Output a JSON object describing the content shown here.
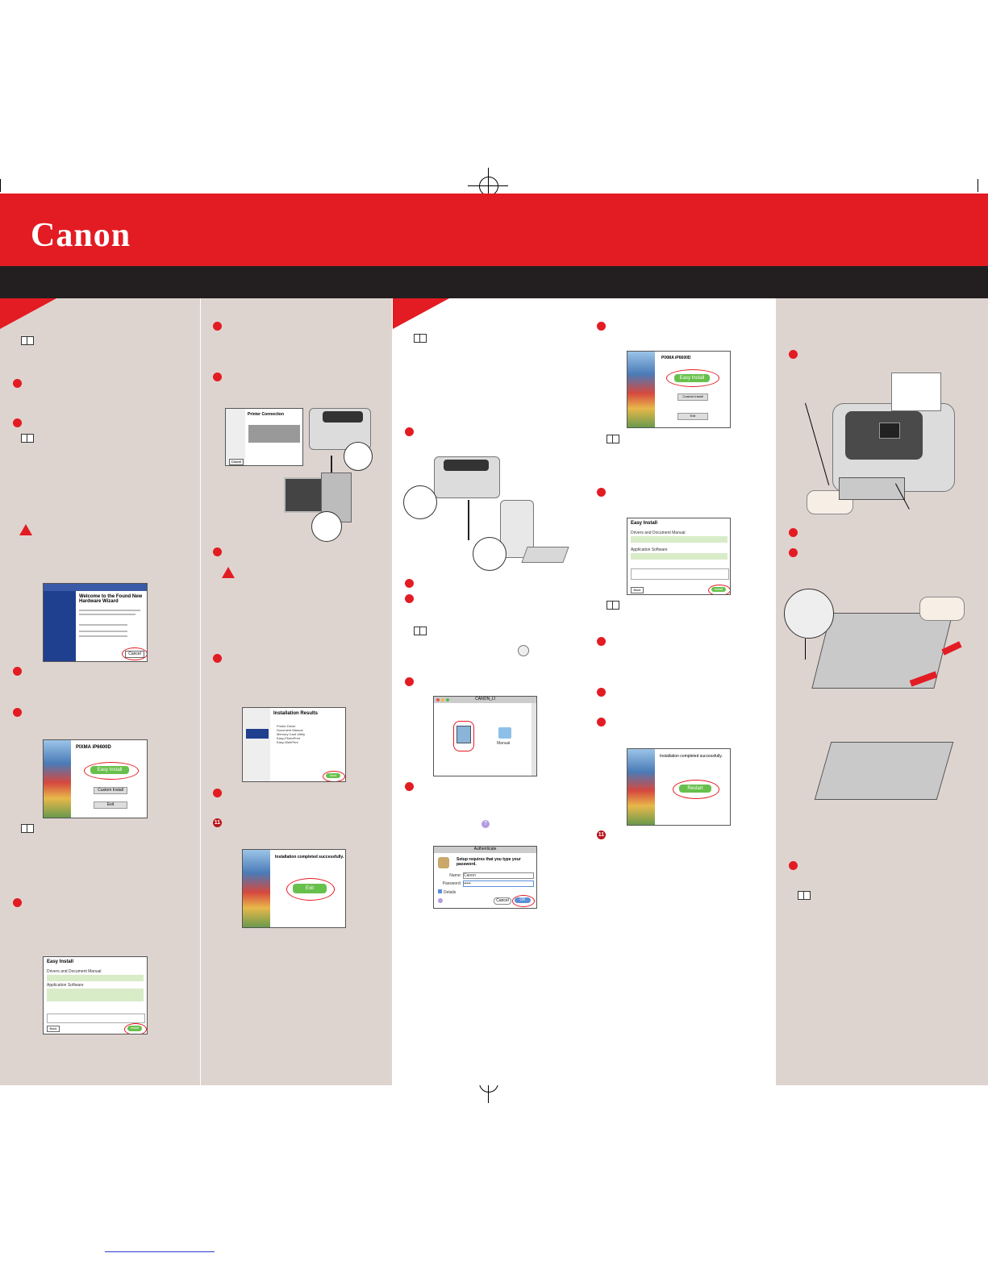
{
  "brand": {
    "logo_text": "Canon"
  },
  "colors": {
    "red": "#e31b23",
    "dark": "#231f20",
    "panel": "#ded4cf"
  },
  "screens": {
    "hw_wizard": {
      "title": "Found New Hardware Wizard",
      "heading": "Welcome to the Found New Hardware Wizard",
      "cancel": "Cancel"
    },
    "setup_menu": {
      "model": "PIXMA iP6600D",
      "easy_install": "Easy Install",
      "custom_install": "Custom Install",
      "exit": "Exit"
    },
    "easy_install": {
      "title": "Easy Install",
      "section1": "Drivers and Document Manual",
      "section2": "Application Software",
      "back": "Back",
      "install": "Install"
    },
    "printer_connection": {
      "title": "Printer Connection",
      "cancel": "Cancel"
    },
    "install_results": {
      "title": "Installation Results",
      "next": "Next",
      "items": [
        "Printer Driver",
        "Document Manual",
        "Memory Card Utility",
        "Easy-PhotoPrint",
        "Easy-WebPrint"
      ]
    },
    "install_complete": {
      "title": "Installation completed successfully.",
      "exit": "Exit",
      "restart": "Restart"
    },
    "mac_window": {
      "title": "CANON_IJ",
      "icon2": "Manual"
    },
    "authenticate": {
      "title": "Authenticate",
      "message": "Setup requires that you type your password.",
      "name_label": "Name:",
      "name_value": "Canon",
      "password_label": "Password:",
      "password_value": "•••••",
      "details": "Details",
      "cancel": "Cancel",
      "ok": "OK"
    },
    "mac_setup_menu": {
      "model": "PIXMA iP6600D",
      "easy_install": "Easy Install",
      "custom_install": "Custom Install",
      "exit": "Exit"
    },
    "mac_easy_install": {
      "title": "Easy Install",
      "section1": "Drivers and Document Manual",
      "section2": "Application Software",
      "back": "Back",
      "install": "Install"
    }
  },
  "step11": "11"
}
